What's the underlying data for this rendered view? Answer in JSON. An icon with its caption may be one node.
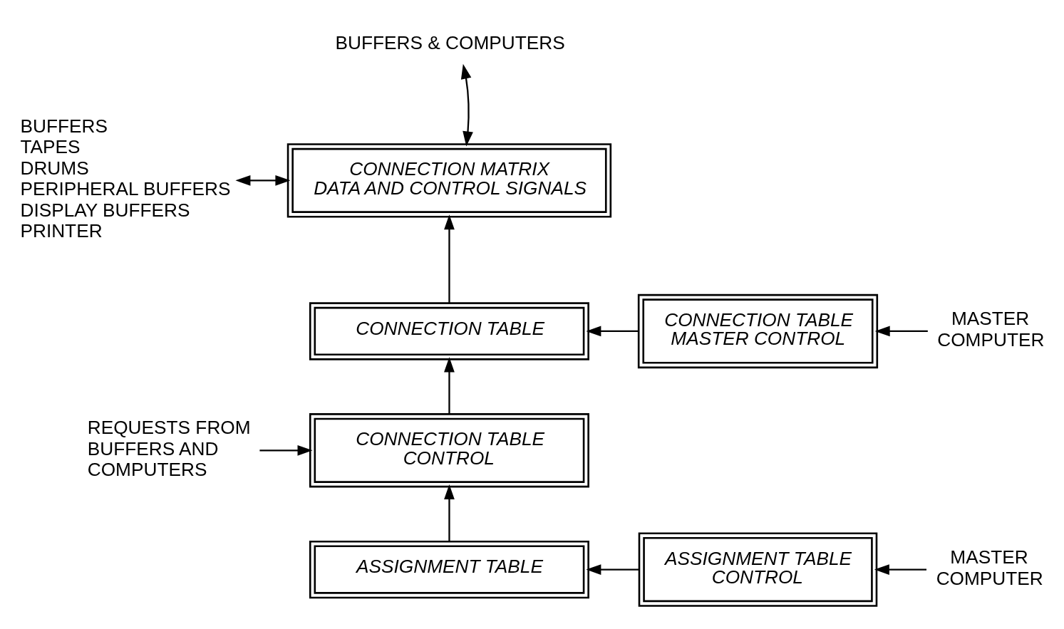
{
  "diagram": {
    "nodes": [
      {
        "text": [
          "BUFFERS & COMPUTERS"
        ]
      },
      {
        "text": [
          "CONNECTION MATRIX",
          "DATA AND CONTROL SIGNALS"
        ]
      },
      {
        "text": [
          "BUFFERS",
          "TAPES",
          "DRUMS",
          "PERIPHERAL BUFFERS",
          "DISPLAY BUFFERS",
          "PRINTER"
        ]
      },
      {
        "text": [
          "CONNECTION TABLE"
        ]
      },
      {
        "text": [
          "CONNECTION TABLE MASTER CONTROL"
        ]
      },
      {
        "text": [
          "MASTER COMPUTER"
        ]
      },
      {
        "text": [
          "REQUESTS FROM BUFFERS AND COMPUTERS"
        ]
      },
      {
        "text": [
          "CONNECTION TABLE CONTROL"
        ]
      },
      {
        "text": [
          "ASSIGNMENT TABLE"
        ]
      },
      {
        "text": [
          "ASSIGNMENT TABLE CONTROL"
        ]
      },
      {
        "text": [
          "MASTER COMPUTER"
        ]
      }
    ],
    "edges": [
      {
        "from": 0,
        "to": 1,
        "arrow": "both"
      },
      {
        "from": 2,
        "to": 1,
        "arrow": "both"
      },
      {
        "from": 3,
        "to": 1,
        "arrow": "to"
      },
      {
        "from": 4,
        "to": 3,
        "arrow": "to"
      },
      {
        "from": 5,
        "to": 4,
        "arrow": "to"
      },
      {
        "from": 7,
        "to": 3,
        "arrow": "to"
      },
      {
        "from": 6,
        "to": 7,
        "arrow": "to"
      },
      {
        "from": 8,
        "to": 7,
        "arrow": "to"
      },
      {
        "from": 9,
        "to": 8,
        "arrow": "to"
      },
      {
        "from": 10,
        "to": 9,
        "arrow": "to"
      }
    ]
  }
}
